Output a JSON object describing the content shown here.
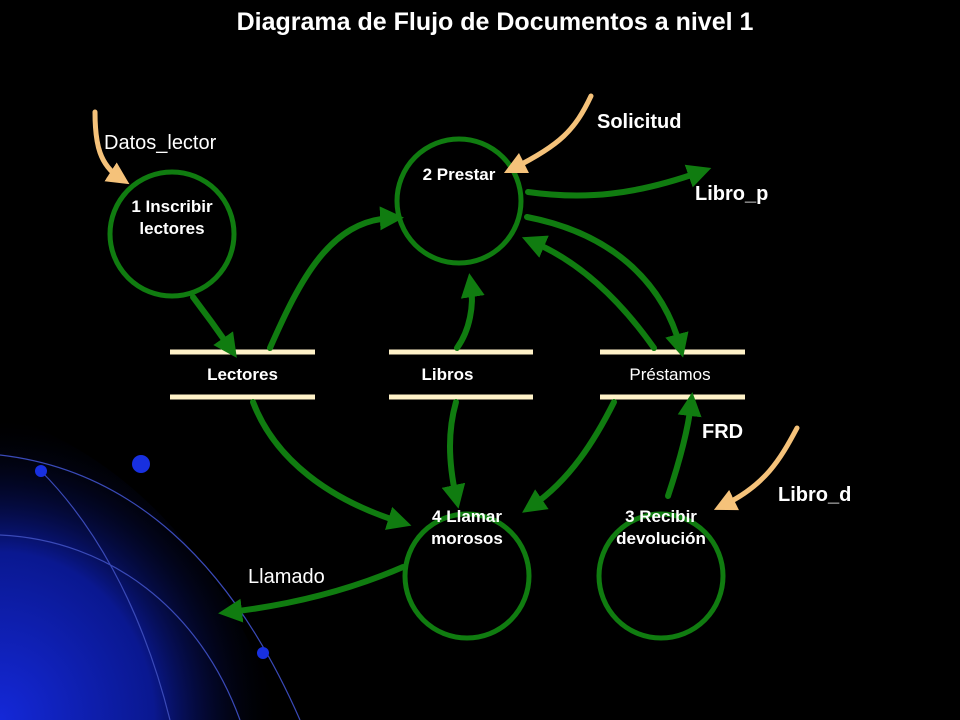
{
  "title": "Diagrama de Flujo de Documentos a nivel 1",
  "processes": {
    "p1": {
      "line1": "1 Inscribir",
      "line2": "lectores"
    },
    "p2": {
      "line1": "2 Prestar"
    },
    "p3": {
      "line1": "3 Recibir",
      "line2": "devolución"
    },
    "p4": {
      "line1": "4 Llamar",
      "line2": "morosos"
    }
  },
  "stores": {
    "lectores": "Lectores",
    "libros": "Libros",
    "prestamos": "Préstamos"
  },
  "flows": {
    "datos_lector": "Datos_lector",
    "solicitud": "Solicitud",
    "libro_p": "Libro_p",
    "frd": "FRD",
    "libro_d": "Libro_d",
    "llamado": "Llamado"
  },
  "colors": {
    "background": "#000000",
    "process_stroke": "#107c10",
    "flow_arrow": "#107c10",
    "input_arrow": "#f5c27a",
    "store_line": "#fff2c8",
    "decor_blue": "#1020c0"
  }
}
